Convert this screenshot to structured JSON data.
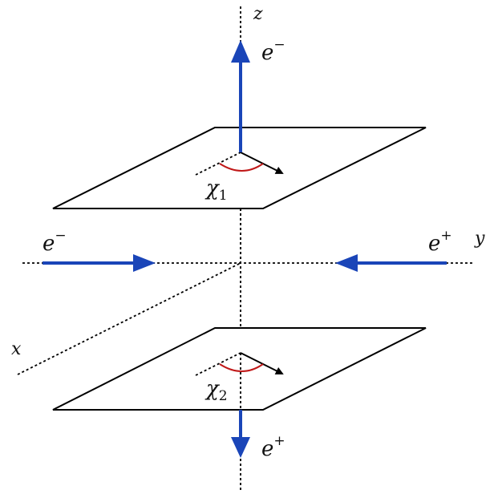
{
  "labels": {
    "axis_z": "z",
    "axis_y": "y",
    "axis_x": "x",
    "electron_top": {
      "base": "e",
      "sup": "−"
    },
    "positron_bottom": {
      "base": "e",
      "sup": "+"
    },
    "electron_left": {
      "base": "e",
      "sup": "−"
    },
    "positron_right": {
      "base": "e",
      "sup": "+"
    },
    "angle_top": {
      "base": "χ",
      "sub": "1"
    },
    "angle_bottom": {
      "base": "χ",
      "sub": "2"
    }
  },
  "colors": {
    "beam": "#1a45b8",
    "angle_arc": "#c01818",
    "line": "#000000",
    "plane_fill": "#ffffff"
  }
}
